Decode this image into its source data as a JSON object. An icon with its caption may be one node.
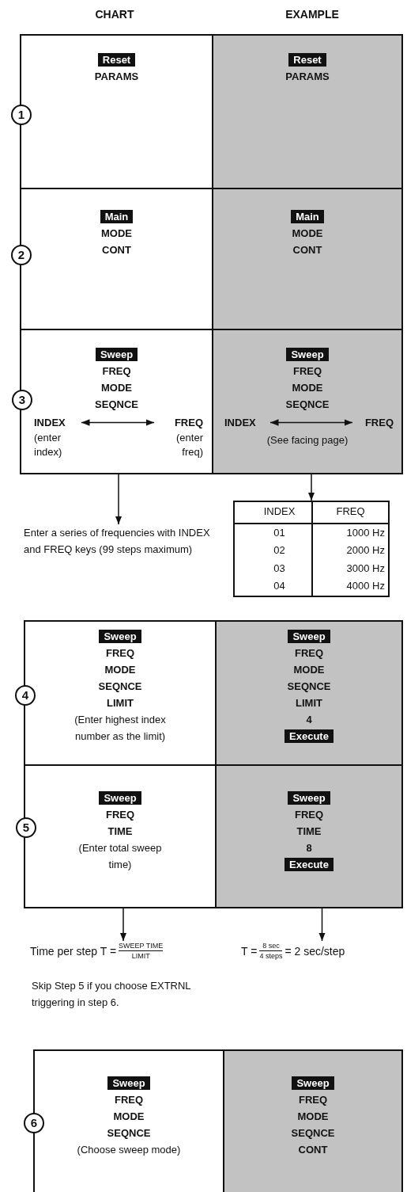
{
  "diagram": {
    "nodes": [
      {
        "text": [
          "1"
        ]
      },
      {
        "text": [
          "Reset",
          "PARAMS"
        ]
      },
      {
        "text": [
          "Reset",
          "PARAMS"
        ]
      },
      {
        "text": [
          "2"
        ]
      },
      {
        "text": [
          "Main",
          "MODE",
          "CONT"
        ]
      },
      {
        "text": [
          "Main",
          "MODE",
          "CONT"
        ]
      },
      {
        "text": [
          "3"
        ]
      },
      {
        "text": [
          "Sweep",
          "FREQ",
          "MODE",
          "SEQNCE"
        ]
      },
      {
        "text": [
          "INDEX"
        ],
        "beside": [
          "(enter index)"
        ],
        "in": 7
      },
      {
        "text": [
          "FREQ"
        ],
        "beside": [
          "(enter freq)"
        ],
        "in": 7
      },
      {
        "text": [
          "Sweep",
          "FREQ",
          "MODE",
          "SEQNCE",
          "(See facing page)"
        ]
      },
      {
        "text": [
          "INDEX"
        ],
        "in": 10
      },
      {
        "text": [
          "FREQ"
        ],
        "in": 10
      },
      {
        "text": [
          "Enter a series of frequencies with INDEX and FREQ keys (99 steps maximum)"
        ]
      },
      {
        "text": [
          "INDEX",
          "FREQ",
          "01",
          "1000 Hz",
          "02",
          "2000 Hz",
          "03",
          "3000 Hz",
          "04",
          "4000 Hz"
        ]
      },
      {
        "text": [
          "4"
        ]
      },
      {
        "text": [
          "Sweep",
          "FREQ",
          "MODE",
          "SEQNCE",
          "LIMIT",
          "(Enter highest index number as the limit)"
        ]
      },
      {
        "text": [
          "Sweep",
          "FREQ",
          "MODE",
          "SEQNCE",
          "LIMIT",
          "4",
          "Execute"
        ]
      },
      {
        "text": [
          "5"
        ]
      },
      {
        "text": [
          "Sweep",
          "FREQ",
          "TIME",
          "(Enter total sweep time)"
        ]
      },
      {
        "text": [
          "Sweep",
          "FREQ",
          "TIME",
          "8",
          "Execute"
        ]
      },
      {
        "text": [
          "Time per step T =",
          "SWEEP TIME",
          "LIMIT"
        ]
      },
      {
        "text": [
          "T =",
          "8 sec",
          "4 steps",
          "= 2 sec/step"
        ]
      },
      {
        "text": [
          "6"
        ]
      },
      {
        "text": [
          "Sweep",
          "FREQ",
          "MODE",
          "SEQNCE",
          "(Choose sweep mode)"
        ]
      },
      {
        "text": [
          "Sweep",
          "FREQ",
          "MODE",
          "SEQNCE",
          "CONT"
        ]
      }
    ],
    "edges": [
      {
        "from": 8,
        "to": 9,
        "arrow": "both"
      },
      {
        "from": 11,
        "to": 12,
        "arrow": "both"
      },
      {
        "from": 7,
        "to": 13,
        "arrow": "to"
      },
      {
        "from": 10,
        "to": 14,
        "arrow": "to"
      },
      {
        "from": 19,
        "to": 21,
        "arrow": "to"
      },
      {
        "from": 20,
        "to": 22,
        "arrow": "to"
      }
    ],
    "labels": [
      "CHART",
      "EXAMPLE",
      "Skip Step 5 if you choose EXTRNL triggering in step 6."
    ]
  }
}
